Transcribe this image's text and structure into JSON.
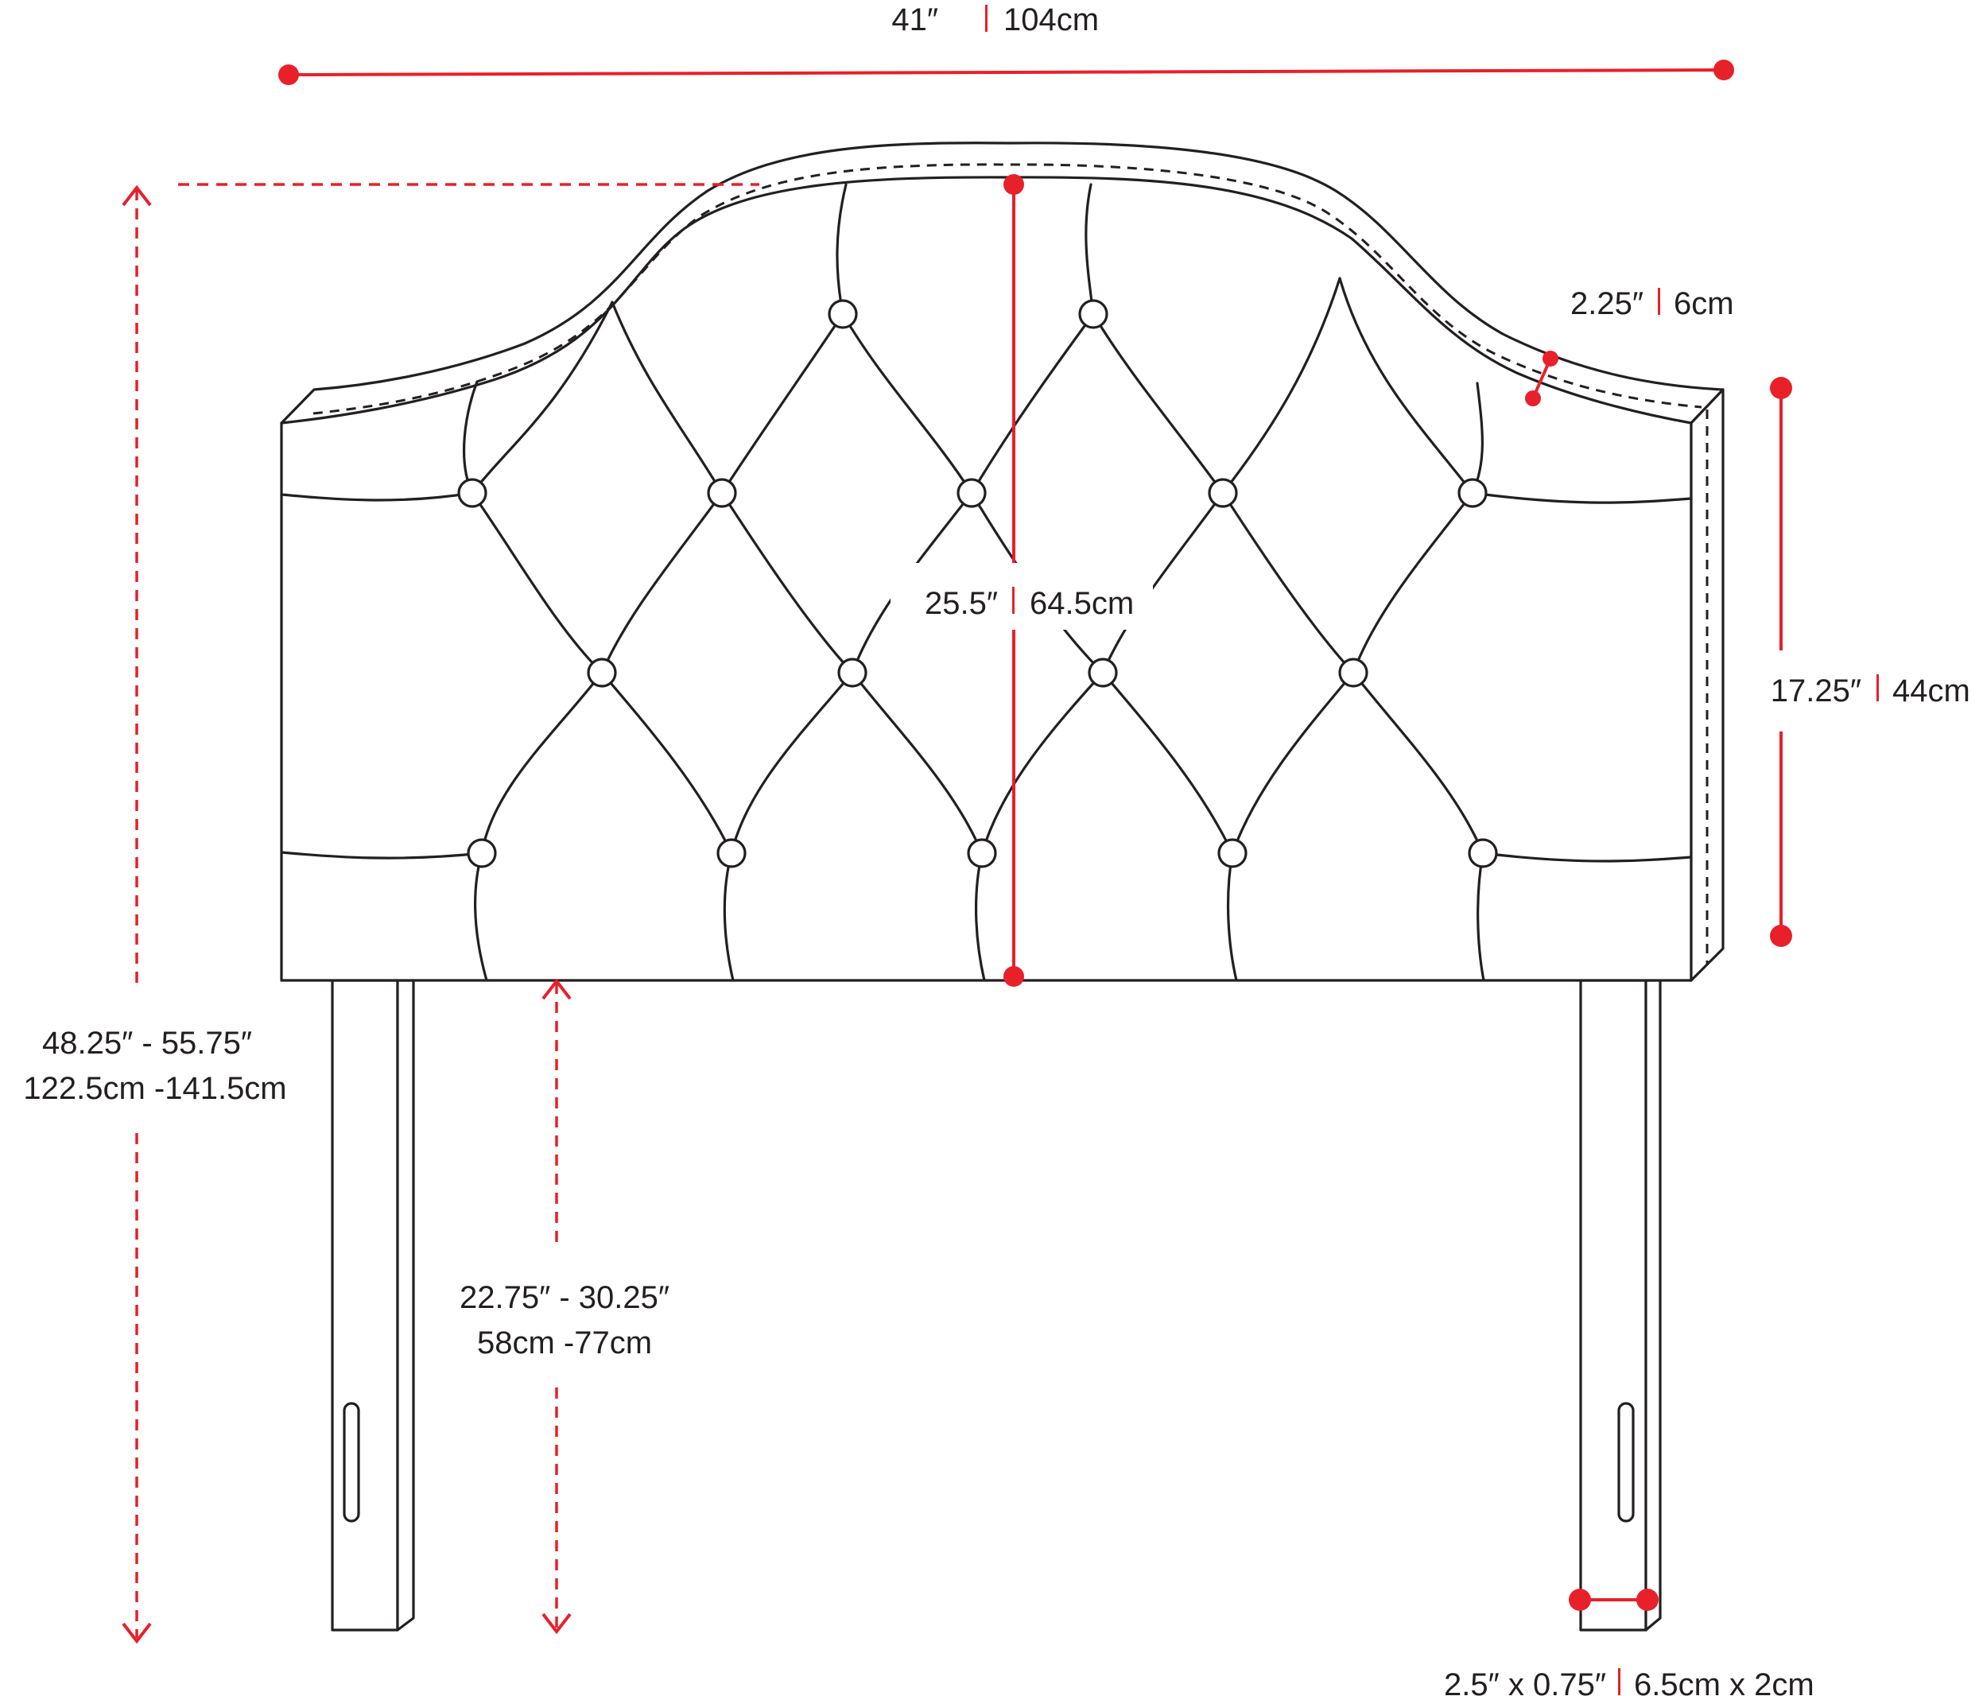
{
  "dimensions": {
    "overall_width": {
      "imperial": "41″",
      "metric": "104cm"
    },
    "panel_height": {
      "imperial": "25.5″",
      "metric": "64.5cm"
    },
    "side_height": {
      "imperial": "17.25″",
      "metric": "44cm"
    },
    "thickness": {
      "imperial": "2.25″",
      "metric": "6cm"
    },
    "total_height": {
      "imperial": "48.25″ - 55.75″",
      "metric": "122.5cm -141.5cm"
    },
    "leg_height": {
      "imperial": "22.75″ - 30.25″",
      "metric": "58cm -77cm"
    },
    "leg_size": {
      "imperial": "2.5″ x 0.75″",
      "metric": "6.5cm x 2cm"
    }
  },
  "colors": {
    "accent": "#e8202a",
    "ink": "#231f20",
    "background": "#ffffff"
  }
}
